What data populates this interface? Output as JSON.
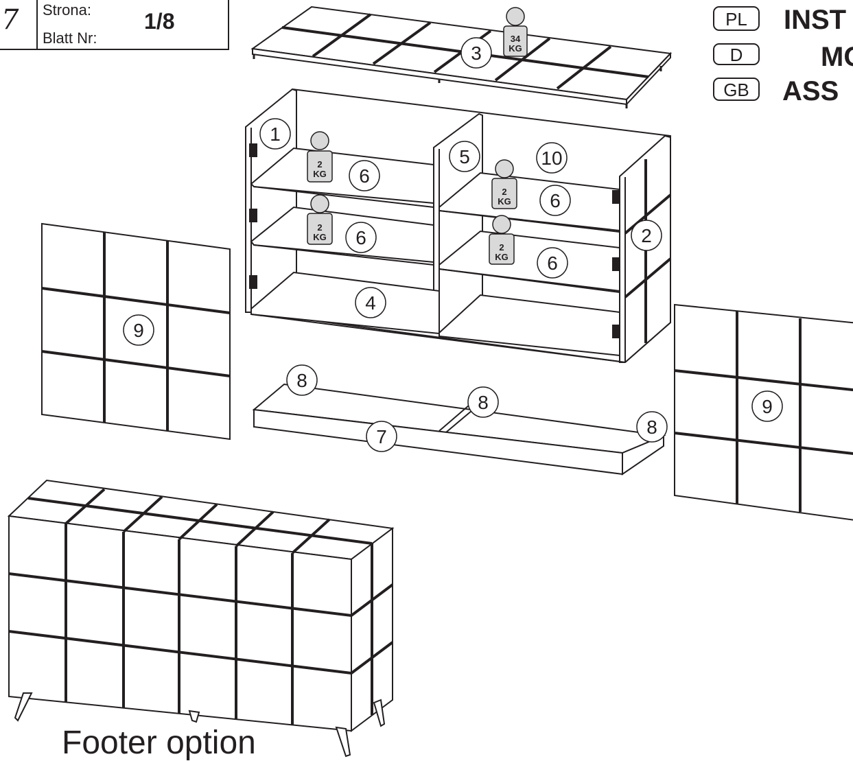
{
  "header_box": {
    "page_label_line1": "Strona:",
    "page_label_line2": "Blatt Nr:",
    "page_value": "1/8",
    "corner_glyph": "7"
  },
  "languages": [
    {
      "code": "PL",
      "title": "INST"
    },
    {
      "code": "D",
      "title": "MO"
    },
    {
      "code": "GB",
      "title": "ASS"
    }
  ],
  "part_numbers": {
    "p1": "1",
    "p2": "2",
    "p3": "3",
    "p4": "4",
    "p5": "5",
    "p6a": "6",
    "p6b": "6",
    "p6c": "6",
    "p6d": "6",
    "p7": "7",
    "p8a": "8",
    "p8b": "8",
    "p8c": "8",
    "p9a": "9",
    "p9b": "9",
    "p10": "10"
  },
  "weights": {
    "top": {
      "value": "34",
      "unit": "KG"
    },
    "shelf_left_upper": {
      "value": "2",
      "unit": "KG"
    },
    "shelf_left_lower": {
      "value": "2",
      "unit": "KG"
    },
    "shelf_right_upper": {
      "value": "2",
      "unit": "KG"
    },
    "shelf_right_lower": {
      "value": "2",
      "unit": "KG"
    }
  },
  "footer_caption": "Footer option",
  "colors": {
    "line": "#231f20",
    "fill": "#ffffff",
    "weight_fill": "#d9d9d9"
  }
}
